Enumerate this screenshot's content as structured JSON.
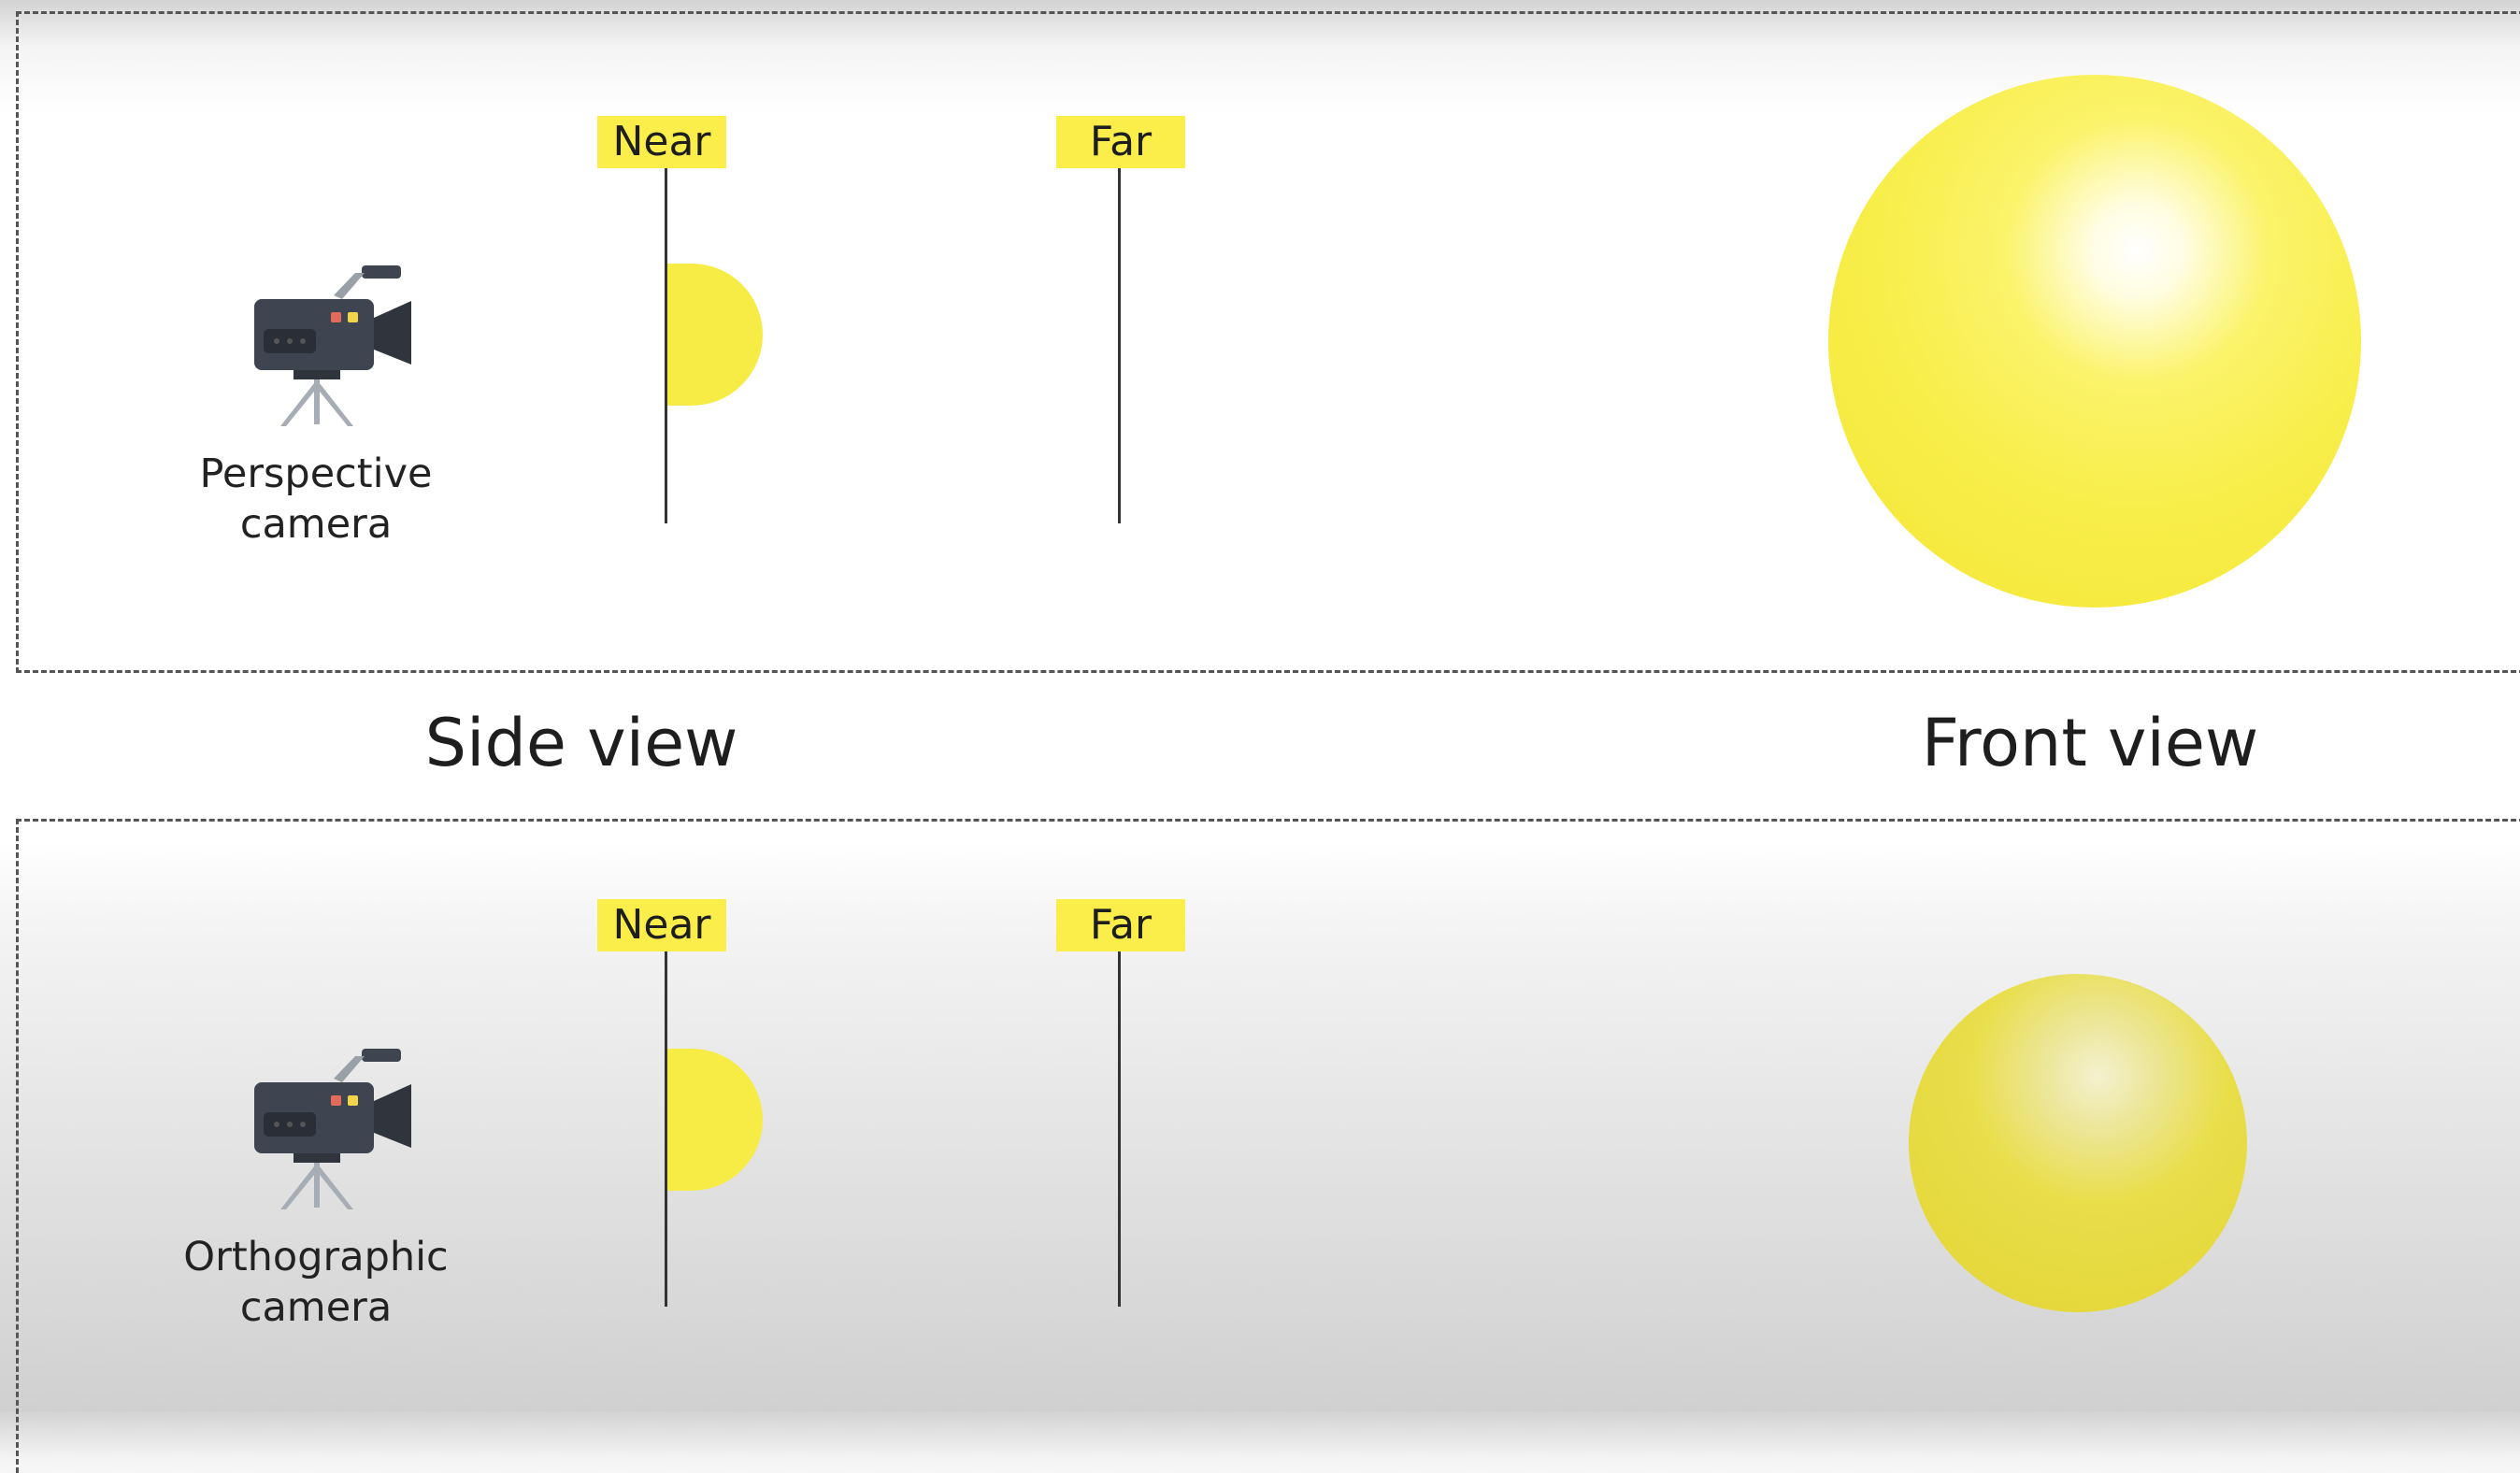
{
  "diagram": {
    "top_panel": {
      "camera_label_line1": "Perspective",
      "camera_label_line2": "camera",
      "near_label": "Near",
      "far_label": "Far"
    },
    "bottom_panel": {
      "camera_label_line1": "Orthographic",
      "camera_label_line2": "camera",
      "near_label": "Near",
      "far_label": "Far"
    },
    "side_view_label": "Side view",
    "front_view_label": "Front view"
  },
  "colors": {
    "tag_yellow": "#fbee4b",
    "sphere_yellow": "#f8ee4a",
    "camera_body": "#3e4450",
    "line": "#333333"
  }
}
